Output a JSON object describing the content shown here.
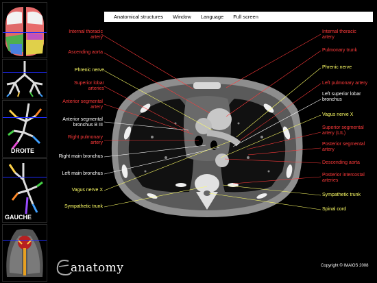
{
  "menu": {
    "items": [
      "Anatomical structures",
      "Window",
      "Language",
      "Full screen"
    ]
  },
  "thumbnails": {
    "droite_label": "DROITE",
    "gauche_label": "GAUCHE"
  },
  "labels": {
    "left": [
      {
        "text": "Internal thoracic\nartery",
        "color": "red"
      },
      {
        "text": "Ascending aorta",
        "color": "red"
      },
      {
        "text": "Phrenic nerve",
        "color": "yellow"
      },
      {
        "text": "Superior lobar\narteries",
        "color": "red"
      },
      {
        "text": "Anterior segmental\nartery",
        "color": "red"
      },
      {
        "text": "Anterior segmental\nbronchus B III",
        "color": "white"
      },
      {
        "text": "Right pulmonary\nartery",
        "color": "red"
      },
      {
        "text": "Right main bronchus",
        "color": "white"
      },
      {
        "text": "Left main bronchus",
        "color": "white"
      },
      {
        "text": "Vagus nerve X",
        "color": "yellow"
      },
      {
        "text": "Sympathetic trunk",
        "color": "yellow"
      }
    ],
    "right": [
      {
        "text": "Internal thoracic\nartery",
        "color": "red"
      },
      {
        "text": "Pulmonary trunk",
        "color": "red"
      },
      {
        "text": "Phrenic nerve",
        "color": "yellow"
      },
      {
        "text": "Left pulmonary artery",
        "color": "red"
      },
      {
        "text": "Left superior lobar\nbronchus",
        "color": "white"
      },
      {
        "text": "Vagus nerve X",
        "color": "yellow"
      },
      {
        "text": "Superior segmental\nartery (LIL)",
        "color": "red"
      },
      {
        "text": "Posterior segmental\nartery",
        "color": "red"
      },
      {
        "text": "Descending aorta",
        "color": "red"
      },
      {
        "text": "Posterior intercostal\narteries",
        "color": "red"
      },
      {
        "text": "Sympathetic trunk",
        "color": "yellow"
      },
      {
        "text": "Spinal cord",
        "color": "yellow"
      }
    ]
  },
  "brand": {
    "text": "anatomy"
  },
  "footer": {
    "copyright": "Copyright © IMAIOS 2008"
  },
  "colors": {
    "red": "#ff3a3a",
    "yellow": "#ffff66",
    "white": "#ffffff",
    "guide": "#1f2cff"
  }
}
